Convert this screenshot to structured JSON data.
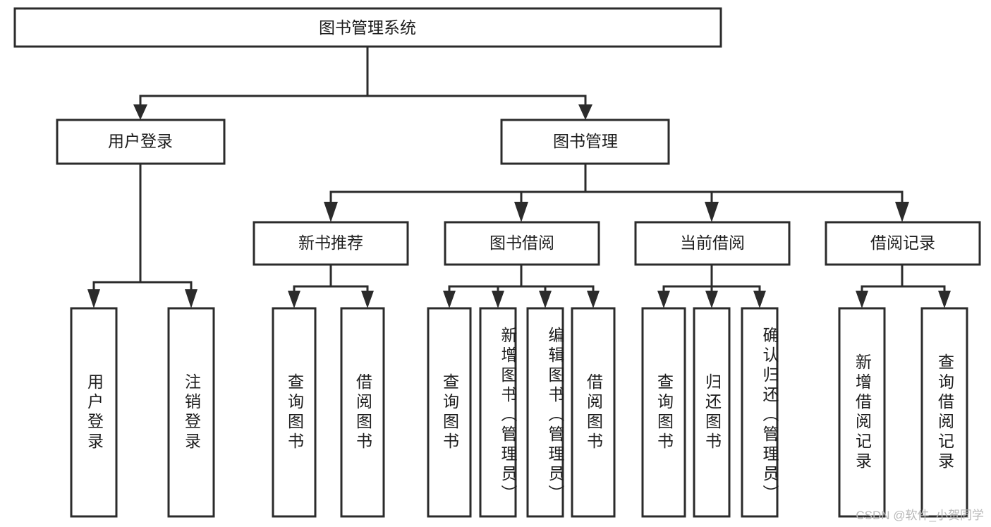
{
  "diagram": {
    "title": "图书管理系统",
    "type": "tree-hierarchy",
    "orientation": "top-down",
    "watermark": "CSDN @软件_小贺同学",
    "colors": {
      "stroke": "#2b2b2b",
      "fill": "#ffffff",
      "text": "#1d1d1d",
      "watermark": "#b8b8b8"
    },
    "levels": {
      "root": "图书管理系统",
      "level2": [
        "用户登录",
        "图书管理"
      ],
      "level3": [
        "新书推荐",
        "图书借阅",
        "当前借阅",
        "借阅记录"
      ]
    },
    "nodes": {
      "root": {
        "label": "图书管理系统"
      },
      "user_login": {
        "label": "用户登录"
      },
      "book_manage": {
        "label": "图书管理"
      },
      "new_book_rec": {
        "label": "新书推荐"
      },
      "book_borrow": {
        "label": "图书借阅"
      },
      "current_borrow": {
        "label": "当前借阅"
      },
      "borrow_record": {
        "label": "借阅记录"
      }
    },
    "leaves": {
      "user_login": [
        "用户登录",
        "注销登录"
      ],
      "new_book_rec": [
        "查询图书",
        "借阅图书"
      ],
      "book_borrow": [
        "查询图书",
        "新增图书（管理员）",
        "编辑图书（管理员）",
        "借阅图书"
      ],
      "current_borrow": [
        "查询图书",
        "归还图书",
        "确认归还（管理员）"
      ],
      "borrow_record": [
        "新增借阅记录",
        "查询借阅记录"
      ]
    },
    "edges": [
      {
        "from": "图书管理系统",
        "to": "用户登录"
      },
      {
        "from": "图书管理系统",
        "to": "图书管理"
      },
      {
        "from": "图书管理",
        "to": "新书推荐"
      },
      {
        "from": "图书管理",
        "to": "图书借阅"
      },
      {
        "from": "图书管理",
        "to": "当前借阅"
      },
      {
        "from": "图书管理",
        "to": "借阅记录"
      },
      {
        "from": "用户登录",
        "to": "用户登录"
      },
      {
        "from": "用户登录",
        "to": "注销登录"
      },
      {
        "from": "新书推荐",
        "to": "查询图书"
      },
      {
        "from": "新书推荐",
        "to": "借阅图书"
      },
      {
        "from": "图书借阅",
        "to": "查询图书"
      },
      {
        "from": "图书借阅",
        "to": "新增图书（管理员）"
      },
      {
        "from": "图书借阅",
        "to": "编辑图书（管理员）"
      },
      {
        "from": "图书借阅",
        "to": "借阅图书"
      },
      {
        "from": "当前借阅",
        "to": "查询图书"
      },
      {
        "from": "当前借阅",
        "to": "归还图书"
      },
      {
        "from": "当前借阅",
        "to": "确认归还（管理员）"
      },
      {
        "from": "借阅记录",
        "to": "新增借阅记录"
      },
      {
        "from": "借阅记录",
        "to": "查询借阅记录"
      }
    ]
  }
}
